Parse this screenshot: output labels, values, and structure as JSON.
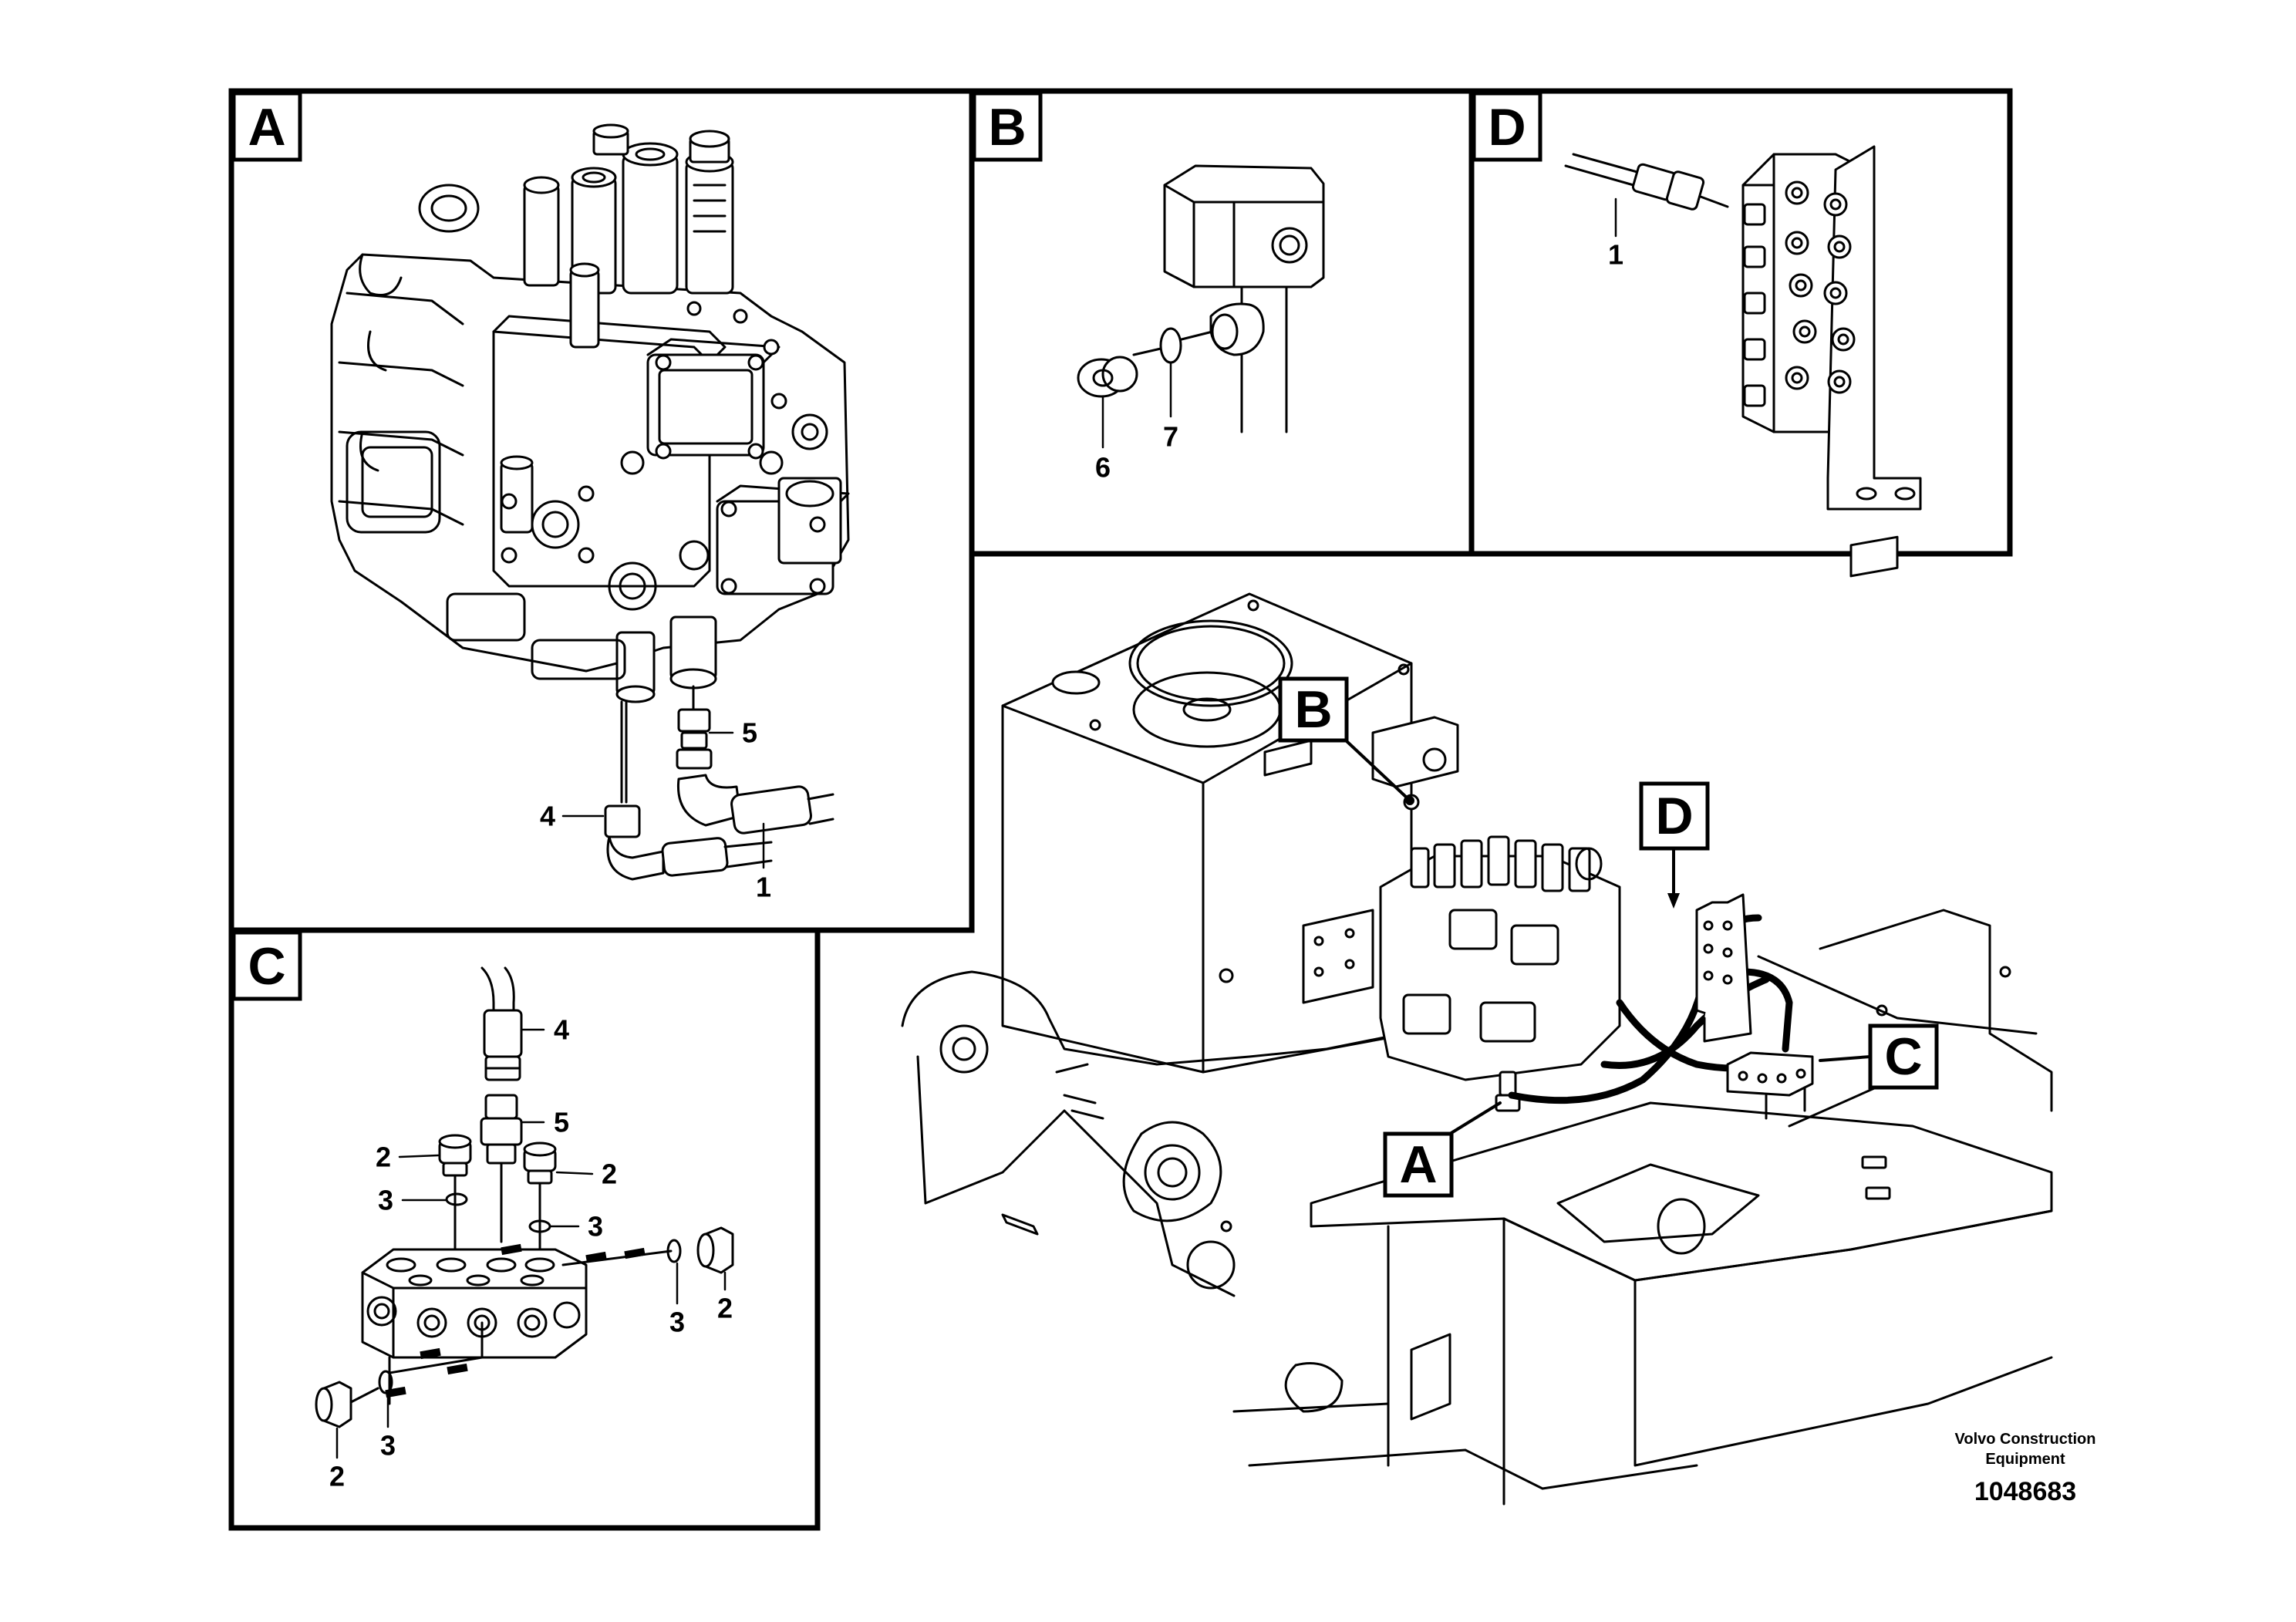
{
  "panels": {
    "a": {
      "label": "A"
    },
    "b": {
      "label": "B"
    },
    "c": {
      "label": "C"
    },
    "d": {
      "label": "D"
    }
  },
  "callouts": {
    "a": {
      "label": "A"
    },
    "b": {
      "label": "B"
    },
    "c": {
      "label": "C"
    },
    "d": {
      "label": "D"
    }
  },
  "parts": {
    "hose": "1",
    "plug": "2",
    "o_ring": "3",
    "elbow_4": "4",
    "adapter_5": "5",
    "plug_6": "6",
    "o_ring_7": "7"
  },
  "footer": {
    "manufacturer_line1": "Volvo Construction",
    "manufacturer_line2": "Equipment",
    "document_number": "1048683"
  }
}
